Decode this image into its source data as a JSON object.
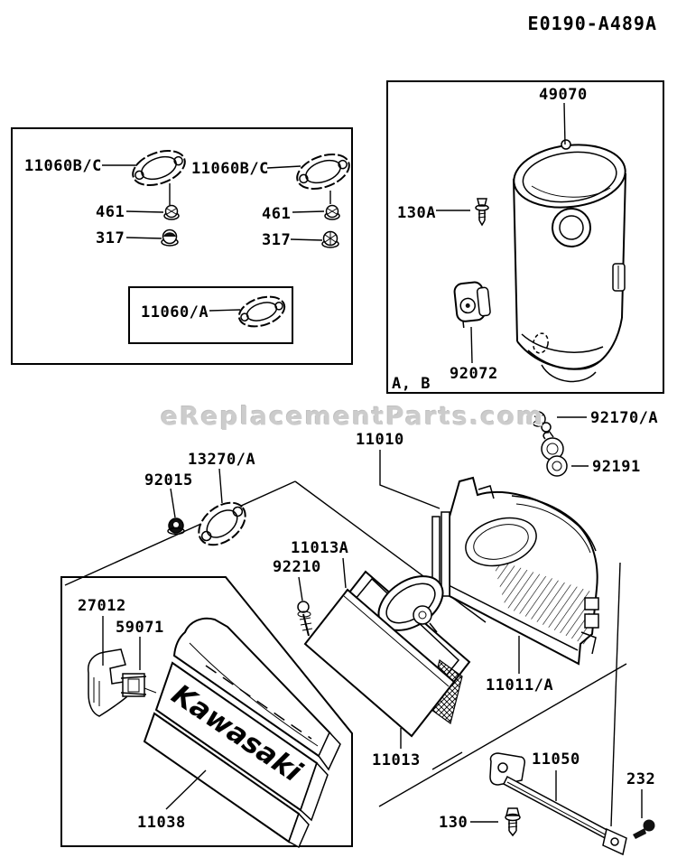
{
  "title": "E0190-A489A",
  "watermark": "eReplacementParts.com",
  "gasket_box": {
    "gasket_left_label": "11060B/C",
    "gasket_right_label": "11060B/C",
    "nut_upper_left": "461",
    "nut_lower_left": "317",
    "nut_upper_right": "461",
    "nut_lower_right": "317",
    "inner_gasket_label": "11060/A"
  },
  "canister_box": {
    "canister_label": "49070",
    "bolt_label": "130A",
    "clamp_label": "92072",
    "variants_note": "A, B"
  },
  "assembly": {
    "case_label": "11010",
    "bolt_washer_label": "92170/A",
    "grommet_label": "92191",
    "plate_gasket_label": "13270/A",
    "nut_label": "92015",
    "element_label": "11013A",
    "screw_label": "92210",
    "chamber_label": "11011/A",
    "foam_element_label": "11013"
  },
  "cover_box": {
    "clip_label": "27012",
    "bushing_label": "59071",
    "cover_label": "11038",
    "brand_text": "Kawasaki"
  },
  "bracket_group": {
    "bracket_label": "11050",
    "bolt_label": "130",
    "screw_label": "232"
  }
}
